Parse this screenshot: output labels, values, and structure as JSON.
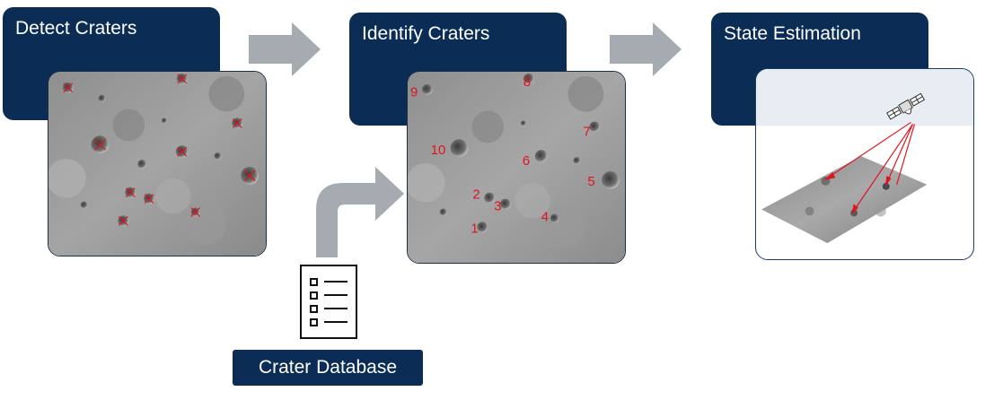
{
  "steps": {
    "detect": "Detect Craters",
    "identify": "Identify Craters",
    "state": "State Estimation"
  },
  "database": {
    "label": "Crater Database"
  },
  "crater_ids": [
    "1",
    "2",
    "3",
    "4",
    "5",
    "6",
    "7",
    "8",
    "9",
    "10"
  ],
  "colors": {
    "header_bg": "#0b2d55",
    "arrow_gray": "#a6abb2",
    "marker_red": "#e0141e"
  }
}
